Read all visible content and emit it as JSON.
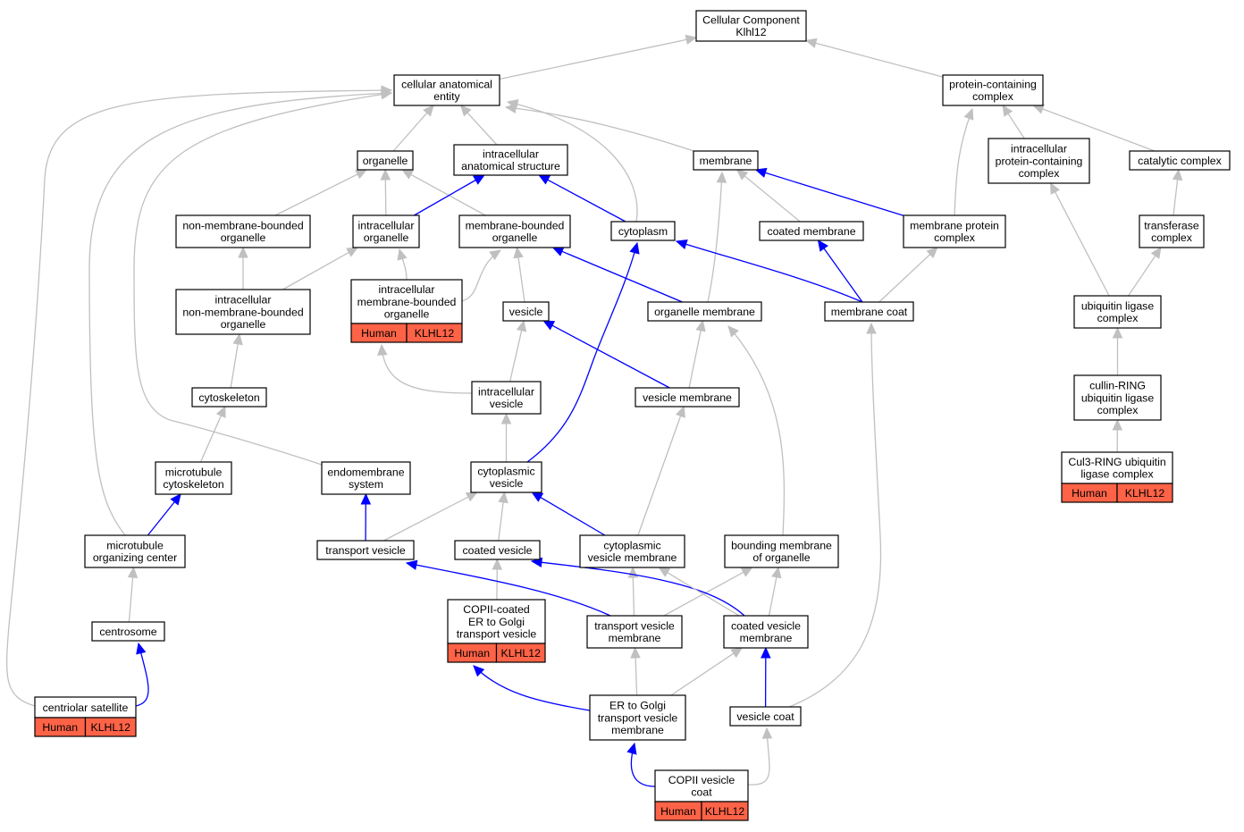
{
  "nodes": {
    "root": {
      "lines": [
        "Cellular Component",
        "Klhl12"
      ]
    },
    "cae": {
      "lines": [
        "cellular anatomical",
        "entity"
      ]
    },
    "pcc": {
      "lines": [
        "protein-containing",
        "complex"
      ]
    },
    "organelle": {
      "lines": [
        "organelle"
      ]
    },
    "ias": {
      "lines": [
        "intracellular",
        "anatomical structure"
      ]
    },
    "membrane": {
      "lines": [
        "membrane"
      ]
    },
    "ipcc": {
      "lines": [
        "intracellular",
        "protein-containing",
        "complex"
      ]
    },
    "catalytic": {
      "lines": [
        "catalytic complex"
      ]
    },
    "nmbo": {
      "lines": [
        "non-membrane-bounded",
        "organelle"
      ]
    },
    "io": {
      "lines": [
        "intracellular",
        "organelle"
      ]
    },
    "mbo": {
      "lines": [
        "membrane-bounded",
        "organelle"
      ]
    },
    "cytoplasm": {
      "lines": [
        "cytoplasm"
      ]
    },
    "coatedmem": {
      "lines": [
        "coated membrane"
      ]
    },
    "mpc": {
      "lines": [
        "membrane protein",
        "complex"
      ]
    },
    "transferase": {
      "lines": [
        "transferase",
        "complex"
      ]
    },
    "inmbo": {
      "lines": [
        "intracellular",
        "non-membrane-bounded",
        "organelle"
      ]
    },
    "imbo": {
      "lines": [
        "intracellular",
        "membrane-bounded",
        "organelle"
      ],
      "annotation": [
        "Human",
        "KLHL12"
      ]
    },
    "vesicle": {
      "lines": [
        "vesicle"
      ]
    },
    "orgmem": {
      "lines": [
        "organelle membrane"
      ]
    },
    "memcoat": {
      "lines": [
        "membrane coat"
      ]
    },
    "ulc": {
      "lines": [
        "ubiquitin ligase",
        "complex"
      ]
    },
    "cytoskeleton": {
      "lines": [
        "cytoskeleton"
      ]
    },
    "ivesicle": {
      "lines": [
        "intracellular",
        "vesicle"
      ]
    },
    "vesmem": {
      "lines": [
        "vesicle membrane"
      ]
    },
    "crl": {
      "lines": [
        "cullin-RING",
        "ubiquitin ligase",
        "complex"
      ]
    },
    "mtcyto": {
      "lines": [
        "microtubule",
        "cytoskeleton"
      ]
    },
    "endomem": {
      "lines": [
        "endomembrane",
        "system"
      ]
    },
    "cytovesicle": {
      "lines": [
        "cytoplasmic",
        "vesicle"
      ]
    },
    "cul3": {
      "lines": [
        "Cul3-RING ubiquitin",
        "ligase complex"
      ],
      "annotation": [
        "Human",
        "KLHL12"
      ]
    },
    "mtoc": {
      "lines": [
        "microtubule",
        "organizing center"
      ]
    },
    "transvesicle": {
      "lines": [
        "transport vesicle"
      ]
    },
    "coatedvesicle": {
      "lines": [
        "coated vesicle"
      ]
    },
    "cvm": {
      "lines": [
        "cytoplasmic",
        "vesicle membrane"
      ]
    },
    "bmo": {
      "lines": [
        "bounding membrane",
        "of organelle"
      ]
    },
    "centrosome": {
      "lines": [
        "centrosome"
      ]
    },
    "copiivesicle": {
      "lines": [
        "COPII-coated",
        "ER to Golgi",
        "transport vesicle"
      ],
      "annotation": [
        "Human",
        "KLHL12"
      ]
    },
    "tvm": {
      "lines": [
        "transport vesicle",
        "membrane"
      ]
    },
    "covm": {
      "lines": [
        "coated vesicle",
        "membrane"
      ]
    },
    "centsat": {
      "lines": [
        "centriolar satellite"
      ],
      "annotation": [
        "Human",
        "KLHL12"
      ]
    },
    "ergolgi": {
      "lines": [
        "ER to Golgi",
        "transport vesicle",
        "membrane"
      ]
    },
    "vesiclecoat": {
      "lines": [
        "vesicle coat"
      ]
    },
    "copiicoat": {
      "lines": [
        "COPII vesicle",
        "coat"
      ],
      "annotation": [
        "Human",
        "KLHL12"
      ]
    }
  },
  "colors": {
    "is_a": "#c0c0c0",
    "part_of": "#0000ff",
    "annotation": "#ff6347"
  }
}
